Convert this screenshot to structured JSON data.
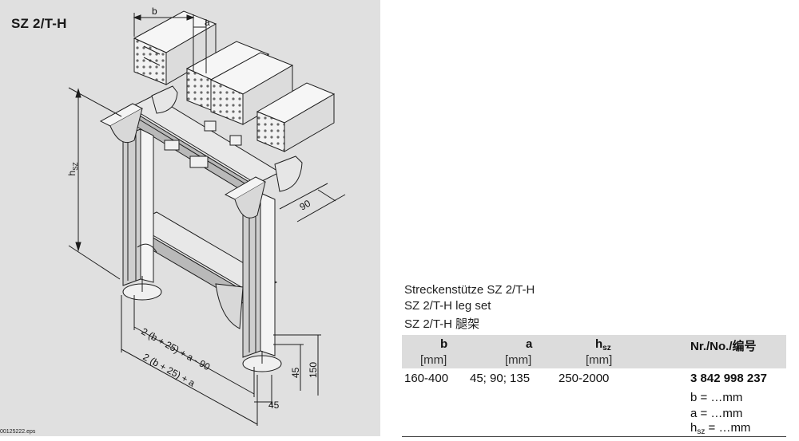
{
  "drawing": {
    "product_code": "SZ 2/T-H",
    "file_ref": "00125222.eps",
    "dims": {
      "b": "b",
      "a": "a",
      "hsz_base": "h",
      "hsz_sub": "SZ",
      "d90": "90",
      "span_inner": "2 (b + 25) + a - 90",
      "span_outer": "2 (b + 25) + a",
      "d45_vert": "45",
      "d150": "150",
      "d45_horiz": "45"
    }
  },
  "description": {
    "de": "Streckenstütze SZ 2/T-H",
    "en": "SZ 2/T-H leg set",
    "zh": "SZ 2/T-H 腿架"
  },
  "table": {
    "headers": {
      "b": "b",
      "a": "a",
      "hsz_base": "h",
      "hsz_sub": "sz",
      "nr": "Nr./No./编号"
    },
    "units": {
      "b": "[mm]",
      "a": "[mm]",
      "hsz": "[mm]"
    },
    "row": {
      "b": "160-400",
      "a": "45; 90; 135",
      "hsz": "250-2000",
      "nr": "3 842 998 237"
    },
    "order_fields": {
      "b": "b = …mm",
      "a": "a = …mm",
      "hsz_base": "h",
      "hsz_sub": "sz",
      "hsz_rest": " = …mm"
    }
  }
}
